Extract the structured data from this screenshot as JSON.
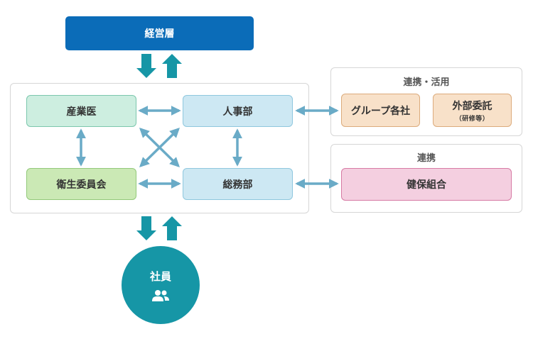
{
  "management": {
    "label": "経営層"
  },
  "core_group": {
    "occupational_physician": "産業医",
    "hr_department": "人事部",
    "health_committee": "衛生委員会",
    "general_affairs": "総務部"
  },
  "collaboration_panel": {
    "title": "連携・活用",
    "group_companies": "グループ各社",
    "external_outsourcing": "外部委託",
    "external_outsourcing_note": "（研修等）"
  },
  "partnership_panel": {
    "title": "連携",
    "health_insurance_union": "健保組合"
  },
  "employees": {
    "label": "社員",
    "icon": "users-icon"
  },
  "colors": {
    "management": "#0b6cb8",
    "arrow_dark": "#1696a6",
    "arrow_light": "#6aabc7",
    "physician_fill": "#cdeee0",
    "physician_border": "#7cc7ad",
    "committee_fill": "#cbe9b5",
    "committee_border": "#93c97a",
    "hr_fill": "#cde8f3",
    "hr_border": "#8fc7de",
    "group_fill": "#f8e1c9",
    "group_border": "#dcab7c",
    "kenpo_fill": "#f4cfe0",
    "kenpo_border": "#d77aa4",
    "employees": "#1696a6"
  }
}
